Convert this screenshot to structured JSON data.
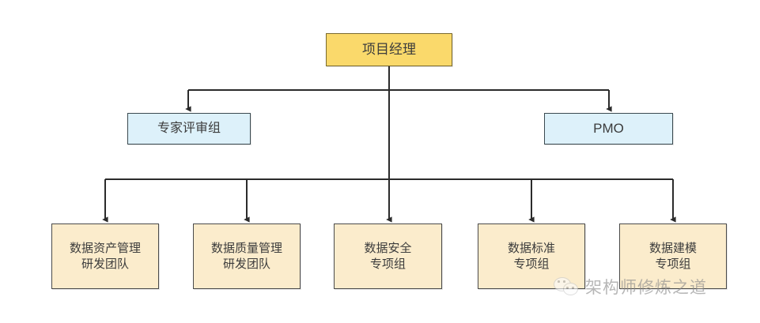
{
  "diagram": {
    "type": "org-chart",
    "title": "",
    "background": "#ffffff",
    "colors": {
      "root_fill": "#fad96b",
      "root_border": "#7a6a2e",
      "staff_fill": "#ddf1fa",
      "staff_border": "#3b4a50",
      "team_fill": "#fbeccc",
      "team_border": "#4a4a4a",
      "edge": "#2b2b2b"
    },
    "root": {
      "id": "pm",
      "label": "项目经理"
    },
    "staff": [
      {
        "id": "expert",
        "label": "专家评审组"
      },
      {
        "id": "pmo",
        "label": "PMO"
      }
    ],
    "teams": [
      {
        "id": "asset",
        "label": "数据资产管理\n研发团队"
      },
      {
        "id": "quality",
        "label": "数据质量管理\n研发团队"
      },
      {
        "id": "security",
        "label": "数据安全\n专项组"
      },
      {
        "id": "standard",
        "label": "数据标准\n专项组"
      },
      {
        "id": "modeling",
        "label": "数据建模\n专项组"
      }
    ]
  },
  "watermark": {
    "text": "架构师修炼之道",
    "icon": "wechat-icon"
  }
}
